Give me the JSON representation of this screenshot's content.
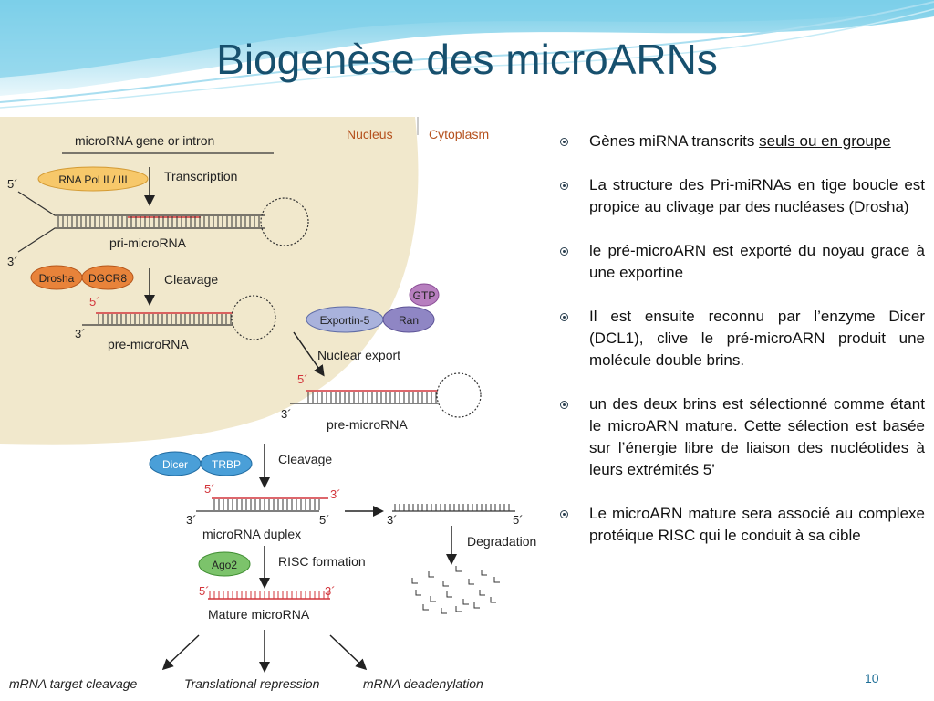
{
  "slide": {
    "title": "Biogenèse des microARNs",
    "page_number": "10"
  },
  "figure": {
    "nucleus_label": "Nucleus",
    "cytoplasm_label": "Cytoplasm",
    "gene_label": "microRNA gene or intron",
    "rna_pol_label": "RNA Pol II / III",
    "transcription_label": "Transcription",
    "pri_label": "pri-microRNA",
    "drosha_label": "Drosha",
    "dgcr8_label": "DGCR8",
    "cleavage_label": "Cleavage",
    "pre_label": "pre-microRNA",
    "exportin_label": "Exportin-5",
    "ran_label": "Ran",
    "gtp_label": "GTP",
    "nuclear_export_label": "Nuclear export",
    "dicer_label": "Dicer",
    "trbp_label": "TRBP",
    "duplex_label": "microRNA duplex",
    "degradation_label": "Degradation",
    "ago2_label": "Ago2",
    "risc_label": "RISC formation",
    "mature_label": "Mature microRNA",
    "five_prime": "5´",
    "three_prime": "3´",
    "outcomes": [
      "mRNA target cleavage",
      "Translational repression",
      "mRNA deadenylation"
    ]
  },
  "bullets": [
    {
      "text": "Gènes miRNA transcrits ",
      "underlined": "seuls ou en groupe"
    },
    {
      "text": "La structure des Pri-miRNAs en tige boucle est propice au clivage par des nucléases (Drosha)"
    },
    {
      "text": "le pré-microARN est exporté du noyau grace à une exportine"
    },
    {
      "text": "Il est ensuite reconnu par l’enzyme Dicer (DCL1), clive le pré-microARN produit une molécule double brins."
    },
    {
      "text": "un des deux brins est sélectionné comme étant le microARN mature. Cette sélection est basée sur l’énergie libre de liaison des nucléotides à leurs extrémités 5’"
    },
    {
      "text": "Le microARN mature sera associé au complexe protéique RISC qui le conduit à sa cible"
    }
  ]
}
